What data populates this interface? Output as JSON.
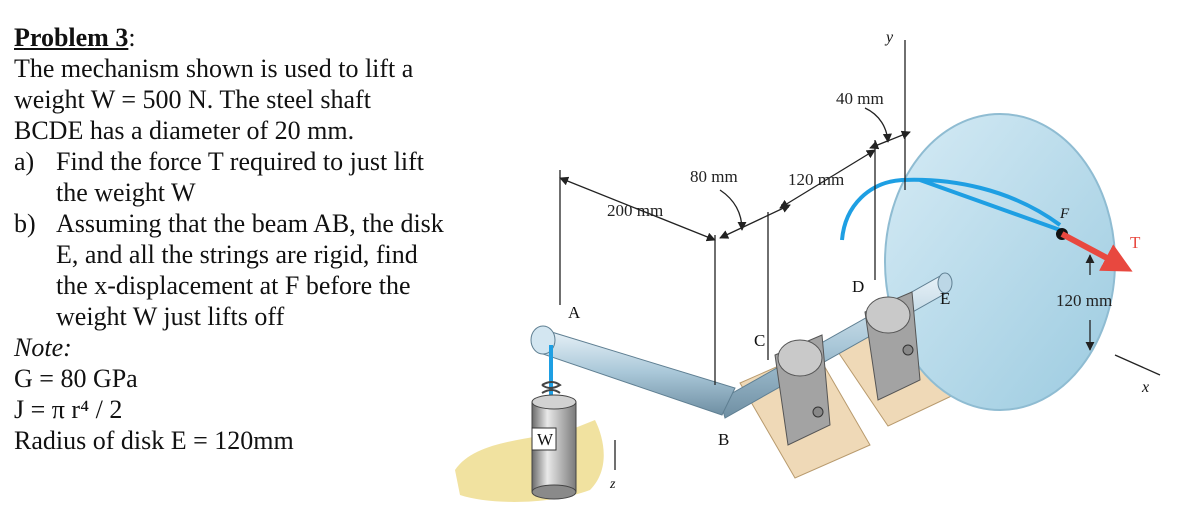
{
  "problem": {
    "title": "Problem 3",
    "title_suffix": ":",
    "intro": "The mechanism shown is used to lift a weight W = 500 N. The steel shaft BCDE has a diameter of 20 mm.",
    "items": [
      {
        "label": "a)",
        "text": "Find the force T required to just lift the weight W"
      },
      {
        "label": "b)",
        "text": "Assuming that the beam AB, the disk E, and all the strings are rigid, find the x-displacement at F before the weight W just lifts off"
      }
    ],
    "note_title": "Note:",
    "notes": [
      "G = 80 GPa",
      "J = π r⁴ / 2",
      "Radius of disk E = 120mm"
    ]
  },
  "figure": {
    "dims": {
      "d200": "200 mm",
      "d80": "80 mm",
      "d120": "120 mm",
      "d40": "40 mm",
      "d120b": "120 mm"
    },
    "labels": {
      "A": "A",
      "B": "B",
      "C": "C",
      "D": "D",
      "E": "E",
      "F": "F",
      "T": "T",
      "W": "W",
      "x": "x",
      "y": "y",
      "z": "z"
    },
    "colors": {
      "disk": "#b9dcec",
      "string": "#1e9fe3",
      "force": "#e8483f",
      "ground": "#f1e2a0",
      "base": "#efd9b7",
      "bearing": "#9c9c9c"
    }
  }
}
